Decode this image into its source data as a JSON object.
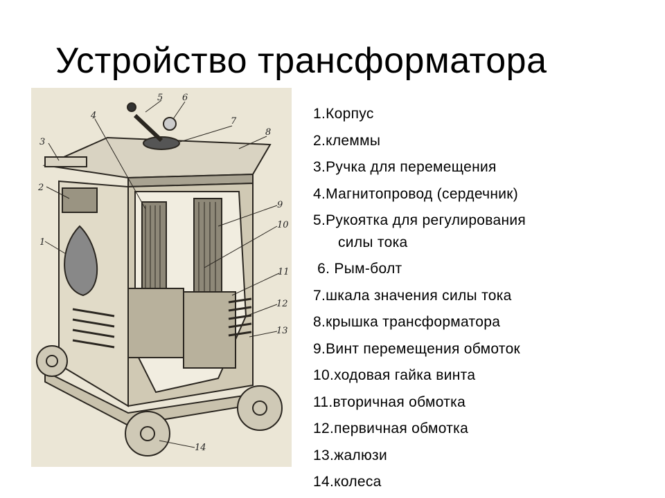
{
  "title": "Устройство трансформатора",
  "figure": {
    "callouts": [
      "1",
      "2",
      "3",
      "4",
      "5",
      "6",
      "7",
      "8",
      "9",
      "10",
      "11",
      "12",
      "13",
      "14"
    ]
  },
  "list": {
    "items": [
      {
        "text": "1.Корпус"
      },
      {
        "text": "2.клеммы"
      },
      {
        "text": "3.Ручка для перемещения"
      },
      {
        "text": "4.Магнитопровод (сердечник)"
      },
      {
        "text": "5.Рукоятка для регулирования",
        "cont": "силы тока"
      },
      {
        "text": " 6. Рым-болт"
      },
      {
        "text": "7.шкала значения силы тока"
      },
      {
        "text": "8.крышка трансформатора"
      },
      {
        "text": "9.Винт перемещения обмоток"
      },
      {
        "text": "10.ходовая гайка винта"
      },
      {
        "text": "11.вторичная обмотка"
      },
      {
        "text": "12.первичная обмотка"
      },
      {
        "text": "13.жалюзи"
      },
      {
        "text": "14.колеса"
      }
    ]
  }
}
